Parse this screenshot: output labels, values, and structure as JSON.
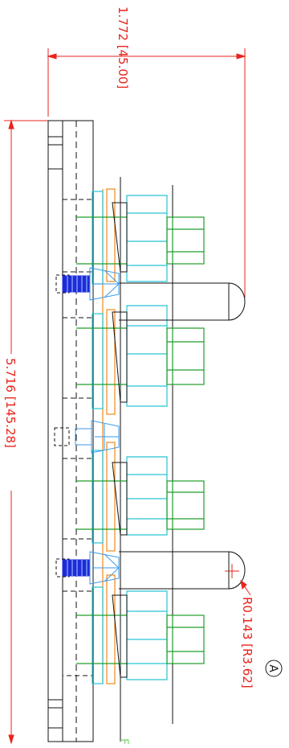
{
  "dimensions": {
    "overall_height": "1.772 [45.00]",
    "overall_length": "5.716 [145.28]",
    "radius": "R0.143 [R3.62]"
  },
  "view_label": "A",
  "partial_note": "F",
  "colors": {
    "dimension": "#e8241c",
    "outline": "#111111",
    "nut": "#27c4d4",
    "bolt": "#1f9e2a",
    "washer": "#f08a1c",
    "screw": "#1f2bd8",
    "screw_light": "#3a9ae8",
    "spring": "#7ad66a"
  }
}
